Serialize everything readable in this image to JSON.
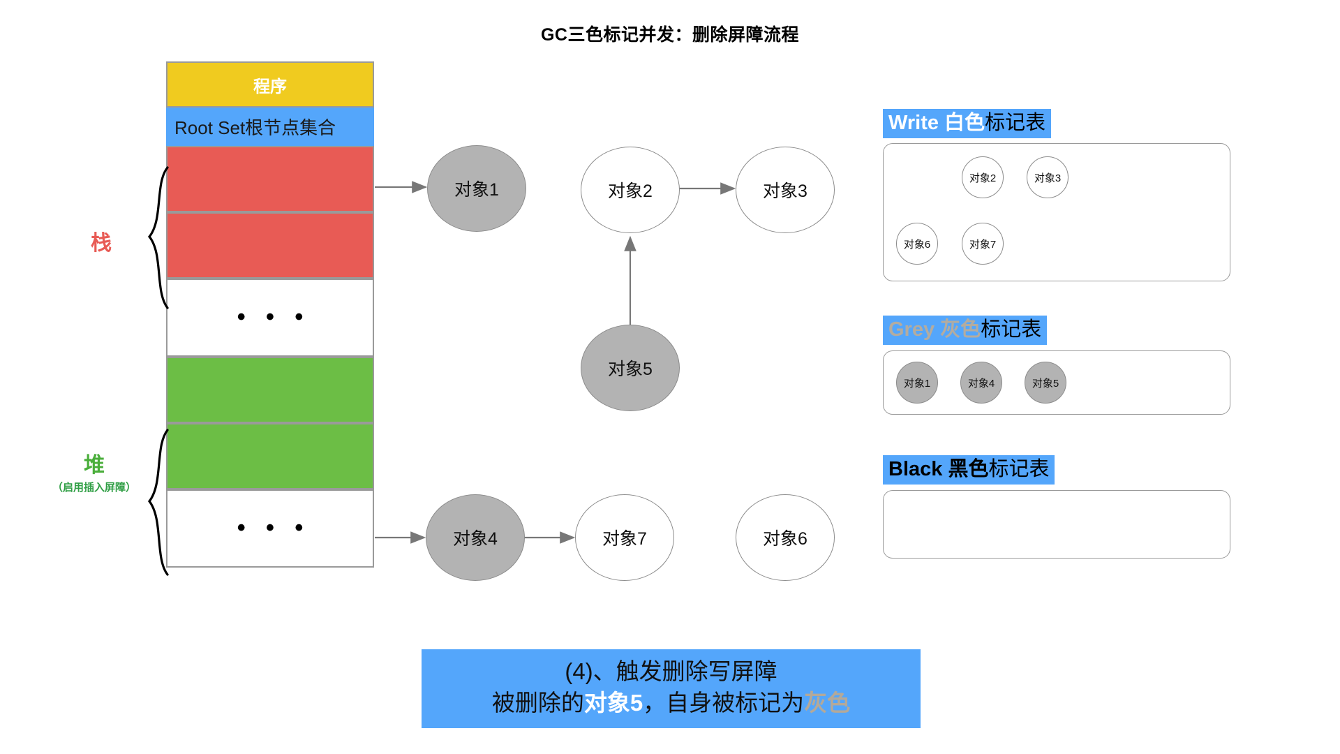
{
  "title": "GC三色标记并发：删除屏障流程",
  "memory": {
    "program_label": "程序",
    "root_set_label": "Root Set根节点集合",
    "ellipsis": "• • •",
    "stack_label": "栈",
    "heap_label": "堆",
    "heap_sub_label": "（启用插入屏障）"
  },
  "graph": {
    "nodes": [
      {
        "id": "obj1",
        "label": "对象1",
        "color": "grey"
      },
      {
        "id": "obj2",
        "label": "对象2",
        "color": "white"
      },
      {
        "id": "obj3",
        "label": "对象3",
        "color": "white"
      },
      {
        "id": "obj5",
        "label": "对象5",
        "color": "grey"
      },
      {
        "id": "obj4",
        "label": "对象4",
        "color": "grey"
      },
      {
        "id": "obj7",
        "label": "对象7",
        "color": "white"
      },
      {
        "id": "obj6",
        "label": "对象6",
        "color": "white"
      }
    ],
    "edges": [
      {
        "from": "root-stack",
        "to": "obj1"
      },
      {
        "from": "obj2",
        "to": "obj3"
      },
      {
        "from": "obj5",
        "to": "obj2"
      },
      {
        "from": "root-heap",
        "to": "obj4"
      },
      {
        "from": "obj4",
        "to": "obj7"
      }
    ]
  },
  "mark_tables": [
    {
      "id": "white",
      "title_en": "Write ",
      "title_cn": "白色",
      "title_tail": "标记表",
      "title_en_color": "#ffffff",
      "title_cn_color": "#ffffff",
      "items": [
        {
          "label": "对象2",
          "color": "white"
        },
        {
          "label": "对象3",
          "color": "white"
        },
        {
          "label": "对象6",
          "color": "white"
        },
        {
          "label": "对象7",
          "color": "white"
        }
      ]
    },
    {
      "id": "grey",
      "title_en": "Grey ",
      "title_cn": "灰色",
      "title_tail": "标记表",
      "title_en_color": "#b3aca0",
      "title_cn_color": "#b3aca0",
      "items": [
        {
          "label": "对象1",
          "color": "grey"
        },
        {
          "label": "对象4",
          "color": "grey"
        },
        {
          "label": "对象5",
          "color": "grey"
        }
      ]
    },
    {
      "id": "black",
      "title_en": "Black ",
      "title_cn": "黑色",
      "title_tail": "标记表",
      "title_en_color": "#000000",
      "title_cn_color": "#000000",
      "items": []
    }
  ],
  "caption": {
    "line1": "(4)、触发删除写屏障",
    "line2_a": "被删除的",
    "line2_b": "对象5",
    "line2_c": "，自身被标记为",
    "line2_d": "灰色"
  },
  "colors": {
    "accent_blue": "#54A6FB",
    "stack_red": "#E85B55",
    "heap_green": "#6CBE45",
    "program_yellow": "#F0CB1F",
    "grey_node": "#b3b3b3",
    "stroke": "#9a9a9a"
  }
}
